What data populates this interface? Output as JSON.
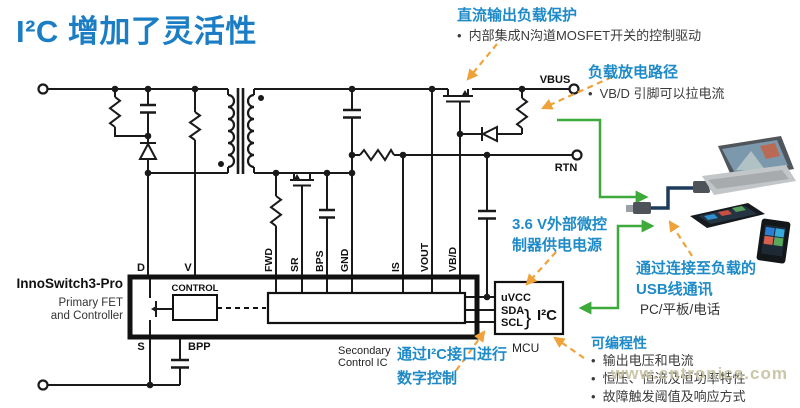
{
  "title": "I²C 增加了灵活性",
  "annotations": {
    "dc_protect": {
      "heading": "直流输出负载保护",
      "bullet": "内部集成N沟道MOSFET开关的控制驱动"
    },
    "discharge_path": {
      "heading": "负载放电路径",
      "bullet": "VB/D 引脚可以拉电流"
    },
    "mcu_supply": {
      "line1": "3.6 V外部微控",
      "line2": "制器供电电源"
    },
    "i2c_control": {
      "line1": "通过I²C接口进行",
      "line2": "数字控制"
    },
    "usb_comm": {
      "line1": "通过连接至负载的",
      "line2": "USB线通讯",
      "line3": "PC/平板/电话"
    },
    "programmability": {
      "heading": "可编程性",
      "bullets": [
        "输出电压和电流",
        "恒压、恒流及恒功率特性",
        "故障触发阈值及响应方式"
      ]
    }
  },
  "schematic": {
    "device": {
      "name": "InnoSwitch3-Pro",
      "desc1": "Primary FET",
      "desc2": "and Controller",
      "control": "CONTROL",
      "secondary1": "Secondary",
      "secondary2": "Control IC"
    },
    "terminals": {
      "vbus": "VBUS",
      "rtn": "RTN"
    },
    "pins": {
      "d": "D",
      "v": "V",
      "s": "S",
      "bpp": "BPP",
      "fwd": "FWD",
      "sr": "SR",
      "bps": "BPS",
      "gnd": "GND",
      "is": "IS",
      "vout": "VOUT",
      "vbd": "VB/D"
    },
    "mcu": {
      "pin1": "uVCC",
      "pin2": "SDA",
      "pin3": "SCL",
      "bus": "I²C",
      "label": "MCU"
    }
  },
  "watermark": "www.cntronics.com",
  "colors": {
    "title_blue": "#1b7ec4",
    "annotation_blue": "#1e8bc8",
    "arrow_orange": "#f0a23a",
    "arrow_green": "#3faa3c",
    "cable_navy": "#1e3b5c"
  }
}
